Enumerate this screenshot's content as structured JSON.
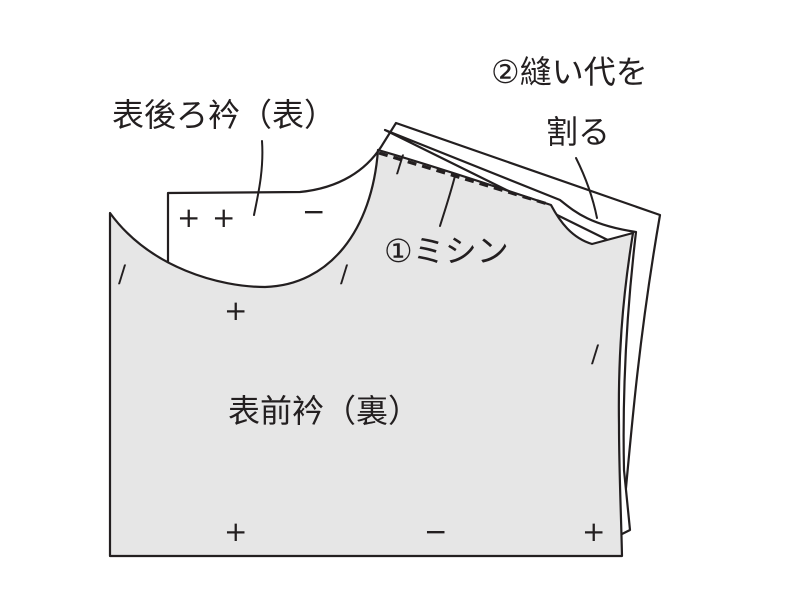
{
  "labels": {
    "back_collar": "表後ろ衿（表）",
    "front_collar": "表前衿（裏）",
    "step1": "①ミシン",
    "step2_line1": "②縫い代を",
    "step2_line2": "割る"
  },
  "marks": {
    "plus": "+",
    "minus": "−",
    "tick": "/"
  },
  "colors": {
    "fabric_right_side": "#ffffff",
    "fabric_wrong_side": "#e6e6e6",
    "outline": "#231f20",
    "background": "#ffffff"
  }
}
